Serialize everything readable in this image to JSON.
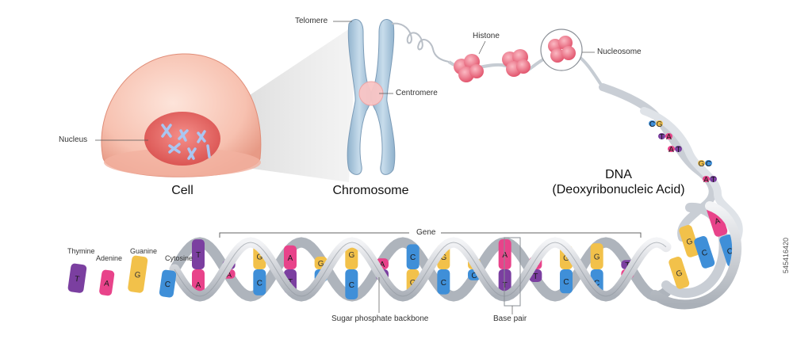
{
  "labels": {
    "nucleus": "Nucleus",
    "cell": "Cell",
    "telomere": "Telomere",
    "centromere": "Centromere",
    "chromosome": "Chromosome",
    "histone": "Histone",
    "nucleosome": "Nucleosome",
    "dna_line1": "DNA",
    "dna_line2": "(Deoxyribonucleic Acid)",
    "gene": "Gene",
    "sugar_backbone": "Sugar phosphate backbone",
    "base_pair": "Base pair",
    "thymine": "Thymine",
    "adenine": "Adenine",
    "guanine": "Guanine",
    "cytosine": "Cytosine",
    "stock_id": "545416420"
  },
  "bases": {
    "T": {
      "letter": "T",
      "color": "#7b3fa0"
    },
    "A": {
      "letter": "A",
      "color": "#e8438a"
    },
    "G": {
      "letter": "G",
      "color": "#f2c14a"
    },
    "C": {
      "letter": "C",
      "color": "#3f8fd8"
    }
  },
  "pairs": [
    [
      "T",
      "A"
    ],
    [
      "T",
      "A"
    ],
    [
      "G",
      "C"
    ],
    [
      "A",
      "T"
    ],
    [
      "G",
      "C"
    ],
    [
      "G",
      "C"
    ],
    [
      "A",
      "T"
    ],
    [
      "C",
      "G"
    ],
    [
      "G",
      "C"
    ],
    [
      "G",
      "C"
    ],
    [
      "A",
      "T"
    ],
    [
      "A",
      "T"
    ],
    [
      "G",
      "C"
    ],
    [
      "G",
      "C"
    ],
    [
      "T",
      "A"
    ]
  ],
  "upper_pairs": [
    [
      "C",
      "G"
    ],
    [
      "T",
      "A"
    ],
    [
      "A",
      "T"
    ],
    [
      "G",
      "C"
    ],
    [
      "A",
      "T"
    ]
  ]
}
